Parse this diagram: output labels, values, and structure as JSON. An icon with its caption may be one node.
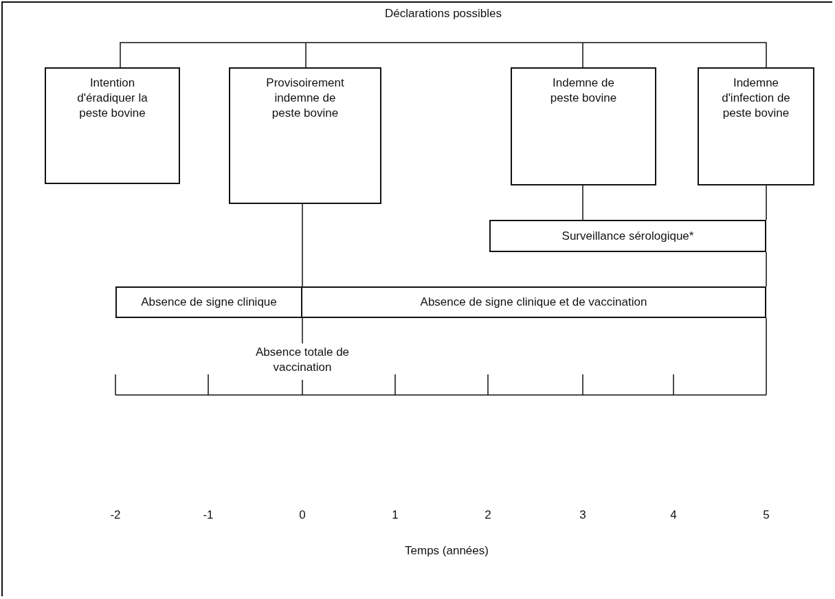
{
  "diagram": {
    "title": "Déclarations possibles",
    "nodes": [
      {
        "text": [
          "Intention d'éradiquer la peste bovine"
        ]
      },
      {
        "text": [
          "Provisoirement indemne de peste bovine"
        ]
      },
      {
        "text": [
          "Indemne de peste bovine"
        ]
      },
      {
        "text": [
          "Indemne d'infection de peste bovine"
        ]
      },
      {
        "text": [
          "Surveillance sérologique*"
        ]
      },
      {
        "text": [
          "Absence de signe clinique"
        ]
      },
      {
        "text": [
          "Absence de signe clinique et de vaccination"
        ]
      },
      {
        "text": [
          "Absence totale de vaccination"
        ]
      }
    ],
    "edges": [
      {
        "from": 1,
        "to": 7,
        "arrow": "none"
      },
      {
        "from": 2,
        "to": 4,
        "arrow": "none"
      },
      {
        "from": 3,
        "to": 4,
        "arrow": "none"
      },
      {
        "from": 4,
        "to": 6,
        "arrow": "none"
      }
    ],
    "labels": [
      "-2",
      "-1",
      "0",
      "1",
      "2",
      "3",
      "4",
      "5",
      "Temps (années)"
    ]
  }
}
